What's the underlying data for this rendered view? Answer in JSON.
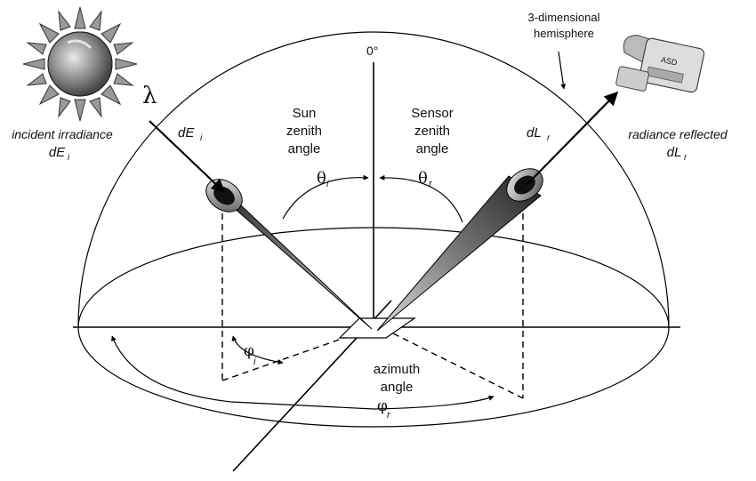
{
  "labels": {
    "zero_deg": "0°",
    "hemisphere_line1": "3-dimensional",
    "hemisphere_line2": "hemisphere",
    "incident_line1": "incident irradiance",
    "incident_line2": "dE",
    "incident_sub": "i",
    "lambda": "λ",
    "dEi_main": "dE",
    "dEi_sub": "i",
    "sun_line1": "Sun",
    "sun_line2": "zenith",
    "sun_line3": "angle",
    "sensor_line1": "Sensor",
    "sensor_line2": "zenith",
    "sensor_line3": "angle",
    "theta_i": "θ",
    "theta_i_sub": "i",
    "theta_r": "θ",
    "theta_r_sub": "r",
    "dLr_main": "dL",
    "dLr_sub": "r",
    "reflected_line1": "radiance reflected",
    "reflected_line2": "dL",
    "reflected_sub": "r",
    "phi_i": "φ",
    "phi_i_sub": "i",
    "azimuth_line1": "azimuth",
    "azimuth_line2": "angle",
    "phi_r": "φ",
    "phi_r_sub": "r",
    "spectrometer_brand": "ASD"
  },
  "icons": {
    "sun": "sun-icon",
    "sensor": "spectroradiometer-icon"
  }
}
